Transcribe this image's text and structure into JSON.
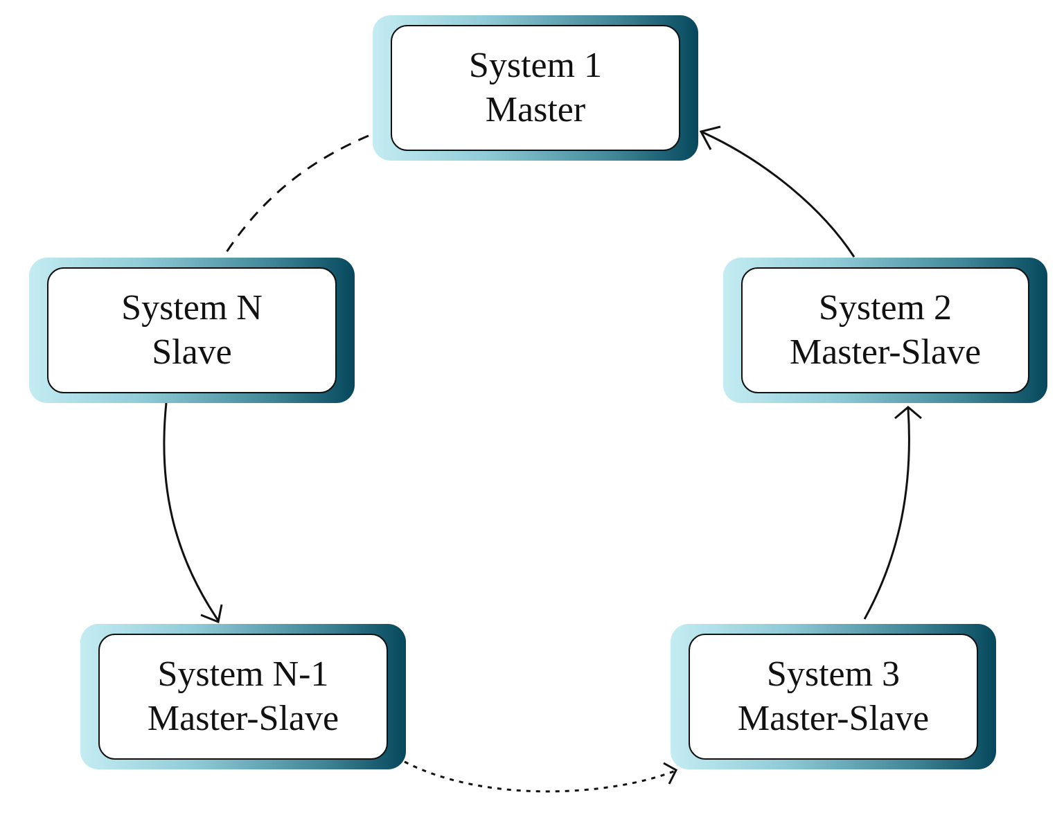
{
  "diagram": {
    "type": "ring",
    "nodes": [
      {
        "id": "system-1",
        "name": "System 1",
        "role": "Master"
      },
      {
        "id": "system-2",
        "name": "System 2",
        "role": "Master-Slave"
      },
      {
        "id": "system-3",
        "name": "System 3",
        "role": "Master-Slave"
      },
      {
        "id": "system-n-1",
        "name": "System N-1",
        "role": "Master-Slave"
      },
      {
        "id": "system-n",
        "name": "System N",
        "role": "Slave"
      }
    ],
    "edges": [
      {
        "from": "system-3",
        "to": "system-2",
        "style": "solid"
      },
      {
        "from": "system-2",
        "to": "system-1",
        "style": "solid"
      },
      {
        "from": "system-1",
        "to": "system-n",
        "style": "dashed"
      },
      {
        "from": "system-n",
        "to": "system-n-1",
        "style": "solid"
      },
      {
        "from": "system-n-1",
        "to": "system-3",
        "style": "dotted"
      }
    ],
    "colors": {
      "frame_light": "#c4ecf2",
      "frame_dark": "#06475c",
      "box_fill": "#ffffff",
      "stroke": "#111111"
    }
  }
}
